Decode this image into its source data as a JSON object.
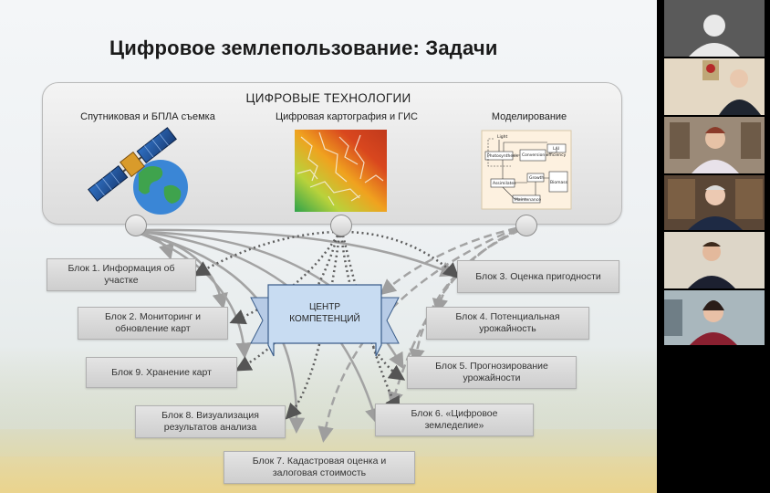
{
  "slide": {
    "title": "Цифровое землепользование: Задачи",
    "technologies": {
      "heading": "ЦИФРОВЫЕ ТЕХНОЛОГИИ",
      "items": [
        {
          "label": "Спутниковая и БПЛА съемка",
          "icon": "satellite-icon"
        },
        {
          "label": "Цифровая картография и ГИС",
          "icon": "elevation-map-icon"
        },
        {
          "label": "Моделирование",
          "icon": "crop-model-diagram-icon"
        }
      ]
    },
    "model_diagram": {
      "light": "Light",
      "photosynthesis": "Photosynthesis",
      "lai": "LAI",
      "conversion": "Conversion efficiency",
      "assimilates": "Assimilates",
      "growth": "Growth",
      "biomass": "Biomass",
      "maintenance": "Maintenance"
    },
    "center": {
      "line1": "ЦЕНТР",
      "line2": "КОМПЕТЕНЦИЙ"
    },
    "blocks": [
      {
        "line1": "Блок 1. Информация об",
        "line2": "участке"
      },
      {
        "line1": "Блок 2. Мониторинг и",
        "line2": "обновление карт"
      },
      {
        "line1": "Блок 9. Хранение карт",
        "line2": ""
      },
      {
        "line1": "Блок 8. Визуализация",
        "line2": "результатов анализа"
      },
      {
        "line1": "Блок 7. Кадастровая оценка и",
        "line2": "залоговая стоимость"
      },
      {
        "line1": "Блок 3. Оценка пригодности",
        "line2": ""
      },
      {
        "line1": "Блок 4. Потенциальная",
        "line2": "урожайность"
      },
      {
        "line1": "Блок 5. Прогнозирование",
        "line2": "урожайности"
      },
      {
        "line1": "Блок 6. «Цифровое",
        "line2": "земледелие»"
      }
    ],
    "colors": {
      "ribbon": "#c8dcf2",
      "arrow_solid": "#9e9e9e",
      "arrow_dotted": "#666666"
    }
  },
  "participants": [
    {
      "name": "participant-camera-off",
      "bg": "#5a5a5a"
    },
    {
      "name": "participant-1",
      "bg": "#d8cbb8"
    },
    {
      "name": "participant-2",
      "bg": "#a89a8a"
    },
    {
      "name": "participant-3",
      "bg": "#6e5b48"
    },
    {
      "name": "participant-4",
      "bg": "#cfc8bb"
    },
    {
      "name": "participant-5",
      "bg": "#8fa0a8"
    }
  ]
}
